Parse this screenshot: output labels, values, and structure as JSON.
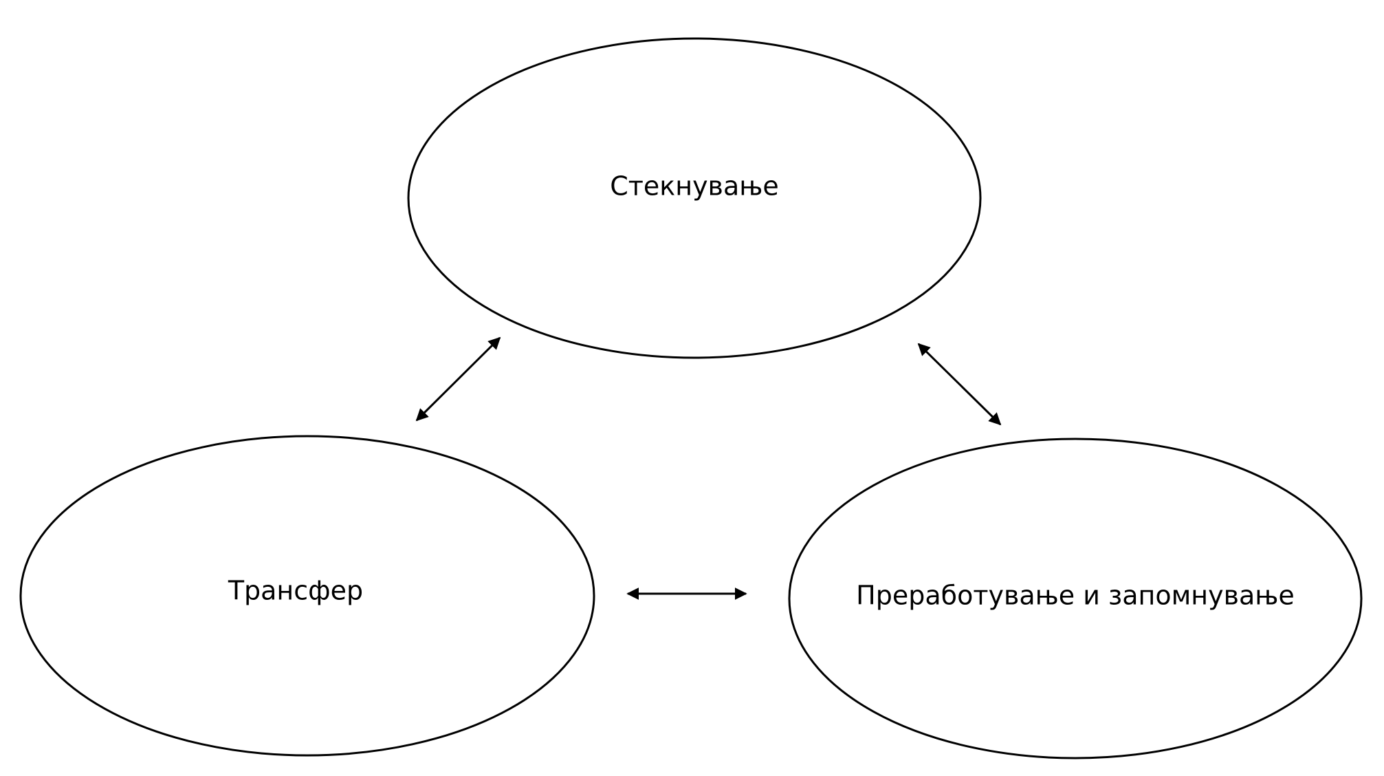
{
  "colors": {
    "stroke": "#000000",
    "fill": "#ffffff",
    "text": "#000000"
  },
  "nodes": [
    {
      "id": "acquisition",
      "label": "Стекнување"
    },
    {
      "id": "transfer",
      "label": "Трансфер"
    },
    {
      "id": "processing",
      "label": "Преработување и запомнување"
    }
  ],
  "edges": [
    {
      "from": "acquisition",
      "to": "transfer",
      "direction": "bidirectional"
    },
    {
      "from": "acquisition",
      "to": "processing",
      "direction": "bidirectional"
    },
    {
      "from": "transfer",
      "to": "processing",
      "direction": "bidirectional"
    }
  ]
}
